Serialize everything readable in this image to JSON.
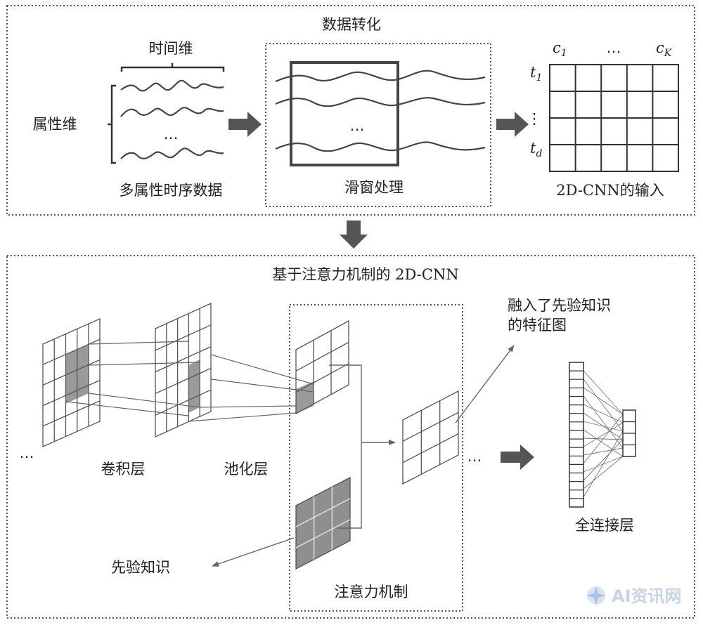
{
  "top_panel": {
    "title": "数据转化",
    "time_dim": "时间维",
    "attr_dim": "属性维",
    "raw_ellipsis": "…",
    "raw_caption": "多属性时序数据",
    "window_ellipsis": "…",
    "window_caption": "滑窗处理",
    "grid_col_first": "c",
    "grid_col_first_sub": "1",
    "grid_col_ellipsis": "…",
    "grid_col_last": "c",
    "grid_col_last_sub": "K",
    "grid_row_first": "t",
    "grid_row_first_sub": "1",
    "grid_row_ellipsis": "⋮",
    "grid_row_last": "t",
    "grid_row_last_sub": "d",
    "grid_caption": "2D-CNN的输入"
  },
  "bottom_panel": {
    "title": "基于注意力机制的 2D-CNN",
    "left_ellipsis": "…",
    "conv_label": "卷积层",
    "pool_label": "池化层",
    "feature_label_line1": "融入了先验知识",
    "feature_label_line2": "的特征图",
    "mid_ellipsis": "…",
    "fc_label": "全连接层",
    "prior_label": "先验知识",
    "attention_label": "注意力机制"
  },
  "watermark": {
    "text": "AI资讯网"
  }
}
